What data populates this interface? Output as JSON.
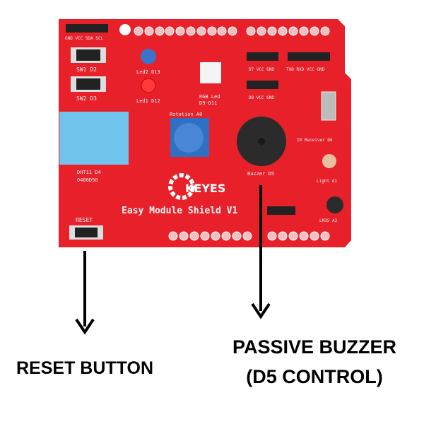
{
  "board": {
    "name": "Easy Module Shield V1",
    "brand": "KEYES",
    "labels": {
      "i2c": "GND VCC SDA SCL",
      "sw1": "SW1 D2",
      "sw2": "SW2 D3",
      "led_blue": "Led2 D13",
      "led_red": "Led1 D12",
      "rgb": "RGB Led",
      "rgb_pins": "D9-D11",
      "dht": "DHT11 D4",
      "dht_sub": "0400D50",
      "rotation": "Rotation A0",
      "buzzer": "Buzzer D5",
      "ir": "IR Receiver D6",
      "light": "Light A1",
      "lm35": "LM35 A2",
      "reset": "RESET",
      "hdr1": "D7 VCC GND",
      "hdr2": "D8 VCC GND",
      "hdr3": "TXD RXD VCC GND"
    },
    "colors": {
      "pcb": "#e8202a",
      "sensor": "#6fc3ec",
      "pot": "#2f6fc4",
      "buzzer": "#2b2b2b"
    }
  },
  "annotations": {
    "reset": "RESET BUTTON",
    "buzzer_line1": "PASSIVE BUZZER",
    "buzzer_line2": "(D5 CONTROL)"
  }
}
